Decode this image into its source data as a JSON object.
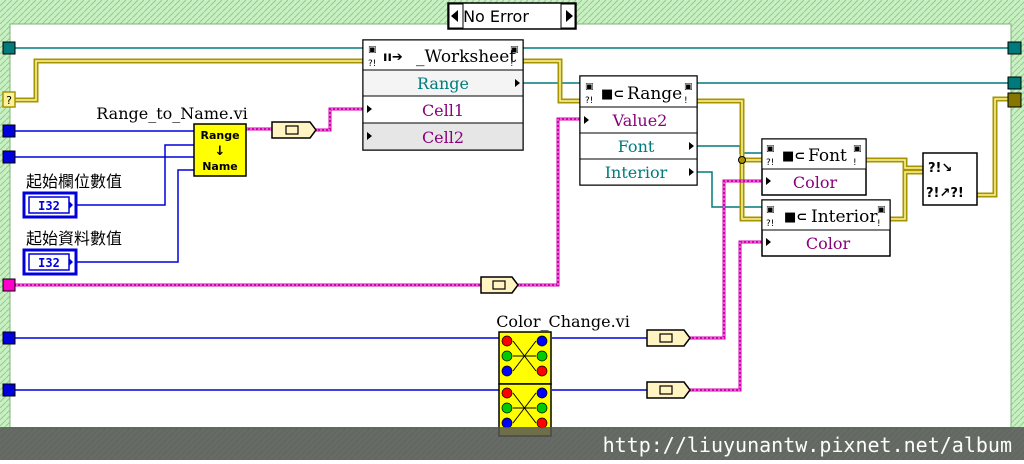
{
  "case_selector": {
    "label": "No Error"
  },
  "subvi": {
    "range_to_name": {
      "caption": "Range_to_Name.vi",
      "icon_top": "Range",
      "icon_arrow": "↓",
      "icon_bottom": "Name"
    },
    "color_change": {
      "caption": "Color_Change.vi"
    }
  },
  "constants": {
    "start_column": {
      "label": "起始欄位數值",
      "type": "I32"
    },
    "start_data": {
      "label": "起始資料數值",
      "type": "I32"
    }
  },
  "property_nodes": {
    "worksheet": {
      "class": "_Worksheet",
      "rows": [
        "Range",
        "Cell1",
        "Cell2"
      ]
    },
    "range": {
      "class": "Range",
      "rows": [
        "Value2",
        "Font",
        "Interior"
      ]
    },
    "font": {
      "class": "Font",
      "rows": [
        "Color"
      ]
    },
    "interior": {
      "class": "Interior",
      "rows": [
        "Color"
      ]
    }
  },
  "misc": {
    "error_terminal": "?",
    "merge_glyph_top": "?!↘",
    "merge_glyph_bottom": "?!↗?!"
  },
  "watermark": "http://liuyunantw.pixnet.net/album",
  "colors": {
    "frame_green": "#b9e8b4",
    "refnum_teal": "#007b7b",
    "error_olive": "#a69400",
    "numeric_blue": "#0000dc",
    "variant_pink": "#d100b0",
    "string_pink": "#c200a6",
    "subvi_yellow": "#ffff00"
  }
}
